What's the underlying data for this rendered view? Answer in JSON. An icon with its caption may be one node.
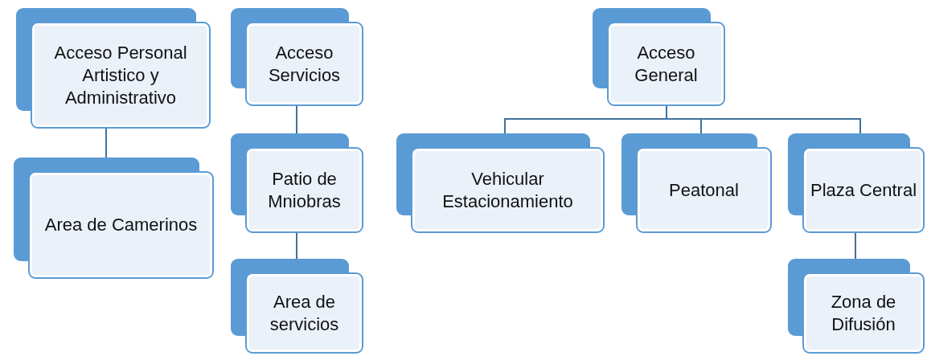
{
  "diagram": {
    "nodes": [
      {
        "text": [
          "Acceso Personal Artistico y Administrativo"
        ]
      },
      {
        "text": [
          "Area de Camerinos"
        ]
      },
      {
        "text": [
          "Acceso Servicios"
        ]
      },
      {
        "text": [
          "Patio de Mniobras"
        ]
      },
      {
        "text": [
          "Area de servicios"
        ]
      },
      {
        "text": [
          "Acceso General"
        ]
      },
      {
        "text": [
          "Vehicular Estacionamiento"
        ]
      },
      {
        "text": [
          "Peatonal"
        ]
      },
      {
        "text": [
          "Plaza Central"
        ]
      },
      {
        "text": [
          "Zona de Difusión"
        ]
      }
    ],
    "edges": [
      {
        "from": 0,
        "to": 1,
        "arrow": "none"
      },
      {
        "from": 2,
        "to": 3,
        "arrow": "none"
      },
      {
        "from": 3,
        "to": 4,
        "arrow": "none"
      },
      {
        "from": 5,
        "to": 6,
        "arrow": "none"
      },
      {
        "from": 5,
        "to": 7,
        "arrow": "none"
      },
      {
        "from": 5,
        "to": 8,
        "arrow": "none"
      },
      {
        "from": 8,
        "to": 9,
        "arrow": "none"
      }
    ]
  }
}
